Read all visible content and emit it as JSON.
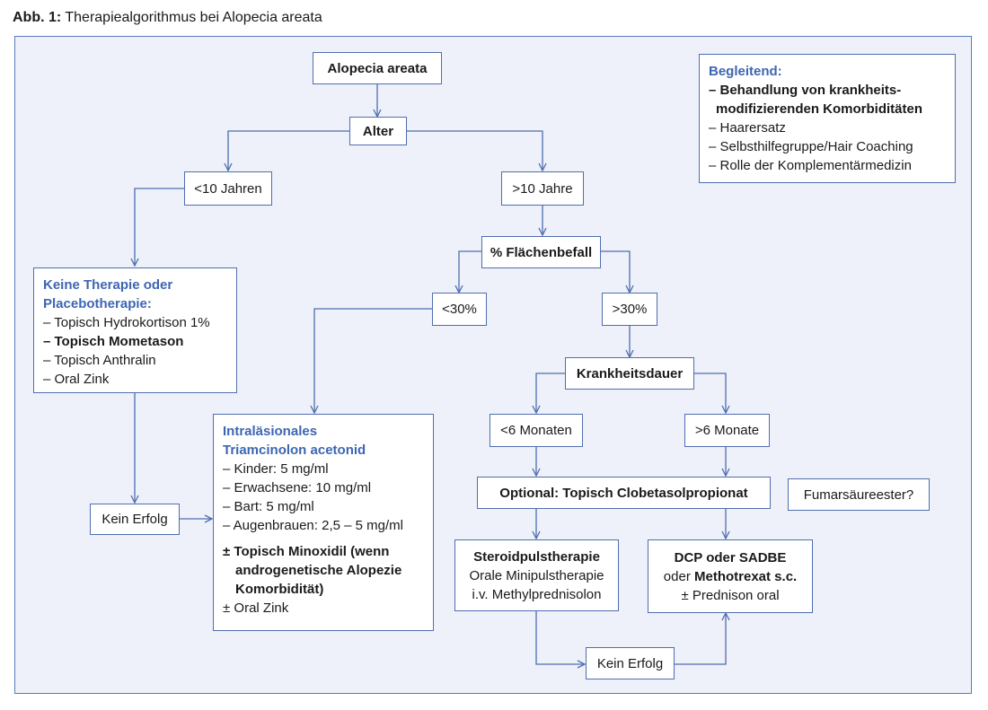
{
  "caption": {
    "label": "Abb. 1:",
    "text": "Therapiealgorithmus bei Alopecia areata"
  },
  "nodes": {
    "alopecia": "Alopecia areata",
    "alter": "Alter",
    "under10": "<10 Jahren",
    "over10": ">10 Jahre",
    "flaechenbefall": "% Flächenbefall",
    "under30": "<30%",
    "over30": ">30%",
    "krankheitsdauer": "Krankheitsdauer",
    "under6": "<6 Monaten",
    "over6": ">6 Monate",
    "clobetasol": "Optional: Topisch Clobetasolpropionat",
    "fumar": "Fumarsäureester?",
    "kein_erfolg_left": "Kein Erfolg",
    "kein_erfolg_bottom": "Kein Erfolg"
  },
  "begleitend": {
    "title": "Begleitend:",
    "items": [
      "– Behandlung von krankheits-",
      "modifizierenden Komorbiditäten",
      "– Haarersatz",
      "– Selbsthilfegruppe/Hair Coaching",
      "– Rolle der Komplementärmedizin"
    ]
  },
  "keine_therapie": {
    "title_line1": "Keine Therapie oder",
    "title_line2": "Placebotherapie:",
    "items": [
      "– Topisch Hydrokortison 1%",
      "– Topisch Mometason",
      "– Topisch Anthralin",
      "– Oral Zink"
    ]
  },
  "intralaesional": {
    "title_line1": "Intraläsionales",
    "title_line2": "Triamcinolon acetonid",
    "items": [
      "– Kinder: 5 mg/ml",
      "– Erwachsene: 10 mg/ml",
      "– Bart: 5 mg/ml",
      "– Augenbrauen: 2,5 – 5 mg/ml"
    ],
    "minoxidil_line1": "± Topisch Minoxidil (wenn",
    "minoxidil_line2": "androgenetische Alopezie",
    "minoxidil_line3": "Komorbidität)",
    "zink": "± Oral Zink"
  },
  "steroidpuls": {
    "title": "Steroidpulstherapie",
    "line2": "Orale Minipulstherapie",
    "line3": "i.v. Methylprednisolon"
  },
  "dcp": {
    "title": "DCP oder SADBE",
    "line2_prefix": "oder ",
    "line2_bold": "Methotrexat s.c.",
    "line3": "± Prednison oral"
  },
  "colors": {
    "border": "#4f6fae",
    "panel_bg": "#eef0fa",
    "accent_text": "#3d66b2"
  }
}
